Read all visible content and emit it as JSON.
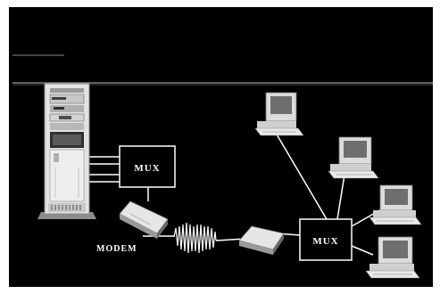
{
  "labels": {
    "mux_left": "MUX",
    "mux_right": "MUX",
    "modem": "MODEM"
  },
  "colors": {
    "background": "#000000",
    "line": "#ffffff",
    "equipment_light": "#e6e6e6",
    "equipment_mid": "#b4b4b4",
    "equipment_dark": "#5a5a5a",
    "screen": "#6e6e6e"
  },
  "icons": {
    "rack": "server-rack-icon",
    "modem": "modem-icon",
    "terminal": "computer-terminal-icon",
    "signal": "analog-signal-wave-icon"
  }
}
